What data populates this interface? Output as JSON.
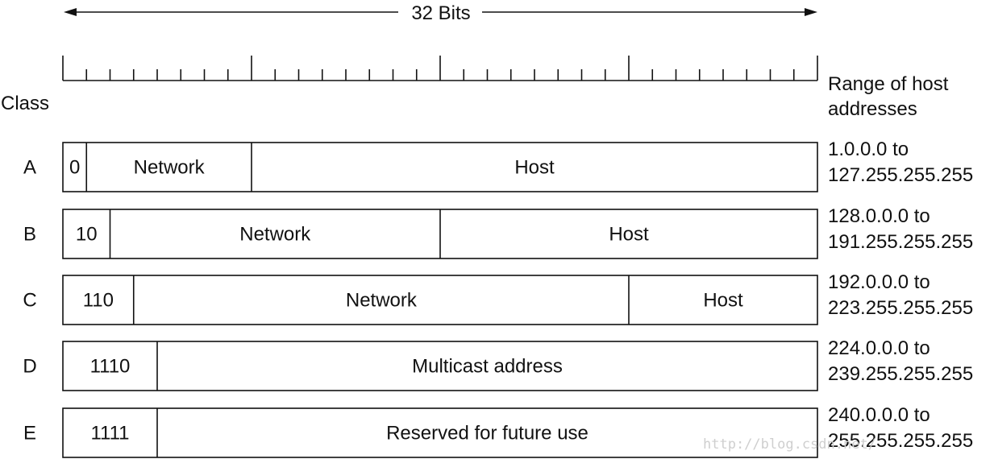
{
  "header": {
    "bits_label": "32 Bits"
  },
  "labels": {
    "class_heading": "Class",
    "range_heading_line1": "Range of host",
    "range_heading_line2": "addresses"
  },
  "classes": [
    {
      "name": "A",
      "fields": [
        {
          "text": "0",
          "bits": 1
        },
        {
          "text": "Network",
          "bits": 7
        },
        {
          "text": "Host",
          "bits": 24
        }
      ],
      "range_line1": "1.0.0.0 to",
      "range_line2": "127.255.255.255"
    },
    {
      "name": "B",
      "fields": [
        {
          "text": "10",
          "bits": 2
        },
        {
          "text": "Network",
          "bits": 14
        },
        {
          "text": "Host",
          "bits": 16
        }
      ],
      "range_line1": "128.0.0.0 to",
      "range_line2": "191.255.255.255"
    },
    {
      "name": "C",
      "fields": [
        {
          "text": "110",
          "bits": 3
        },
        {
          "text": "Network",
          "bits": 21
        },
        {
          "text": "Host",
          "bits": 8
        }
      ],
      "range_line1": "192.0.0.0 to",
      "range_line2": "223.255.255.255"
    },
    {
      "name": "D",
      "fields": [
        {
          "text": "1110",
          "bits": 4
        },
        {
          "text": "Multicast address",
          "bits": 28
        }
      ],
      "range_line1": "224.0.0.0 to",
      "range_line2": "239.255.255.255"
    },
    {
      "name": "E",
      "fields": [
        {
          "text": "1111",
          "bits": 4
        },
        {
          "text": "Reserved for future use",
          "bits": 28
        }
      ],
      "range_line1": "240.0.0.0 to",
      "range_line2": "255.255.255.255"
    }
  ],
  "watermark": {
    "text": "http://blog.csdn.net/"
  }
}
